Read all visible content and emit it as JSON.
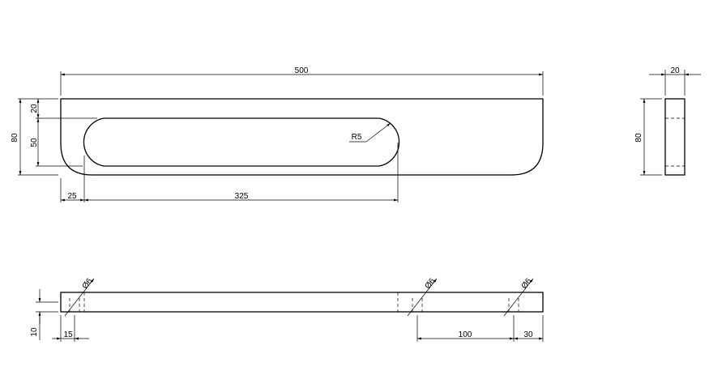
{
  "dimensions": {
    "top_length": "500",
    "height_total": "80",
    "slot_top_offset": "20",
    "slot_height": "50",
    "slot_radius": "R5",
    "slot_left_offset": "25",
    "slot_length": "325",
    "side_width": "20",
    "side_height": "80",
    "bottom_thickness": "10",
    "hole_left": "Ø6",
    "hole_mid": "Ø6",
    "hole_right": "Ø6",
    "hole_left_offset": "15",
    "hole_spacing": "100",
    "hole_right_offset": "30"
  }
}
